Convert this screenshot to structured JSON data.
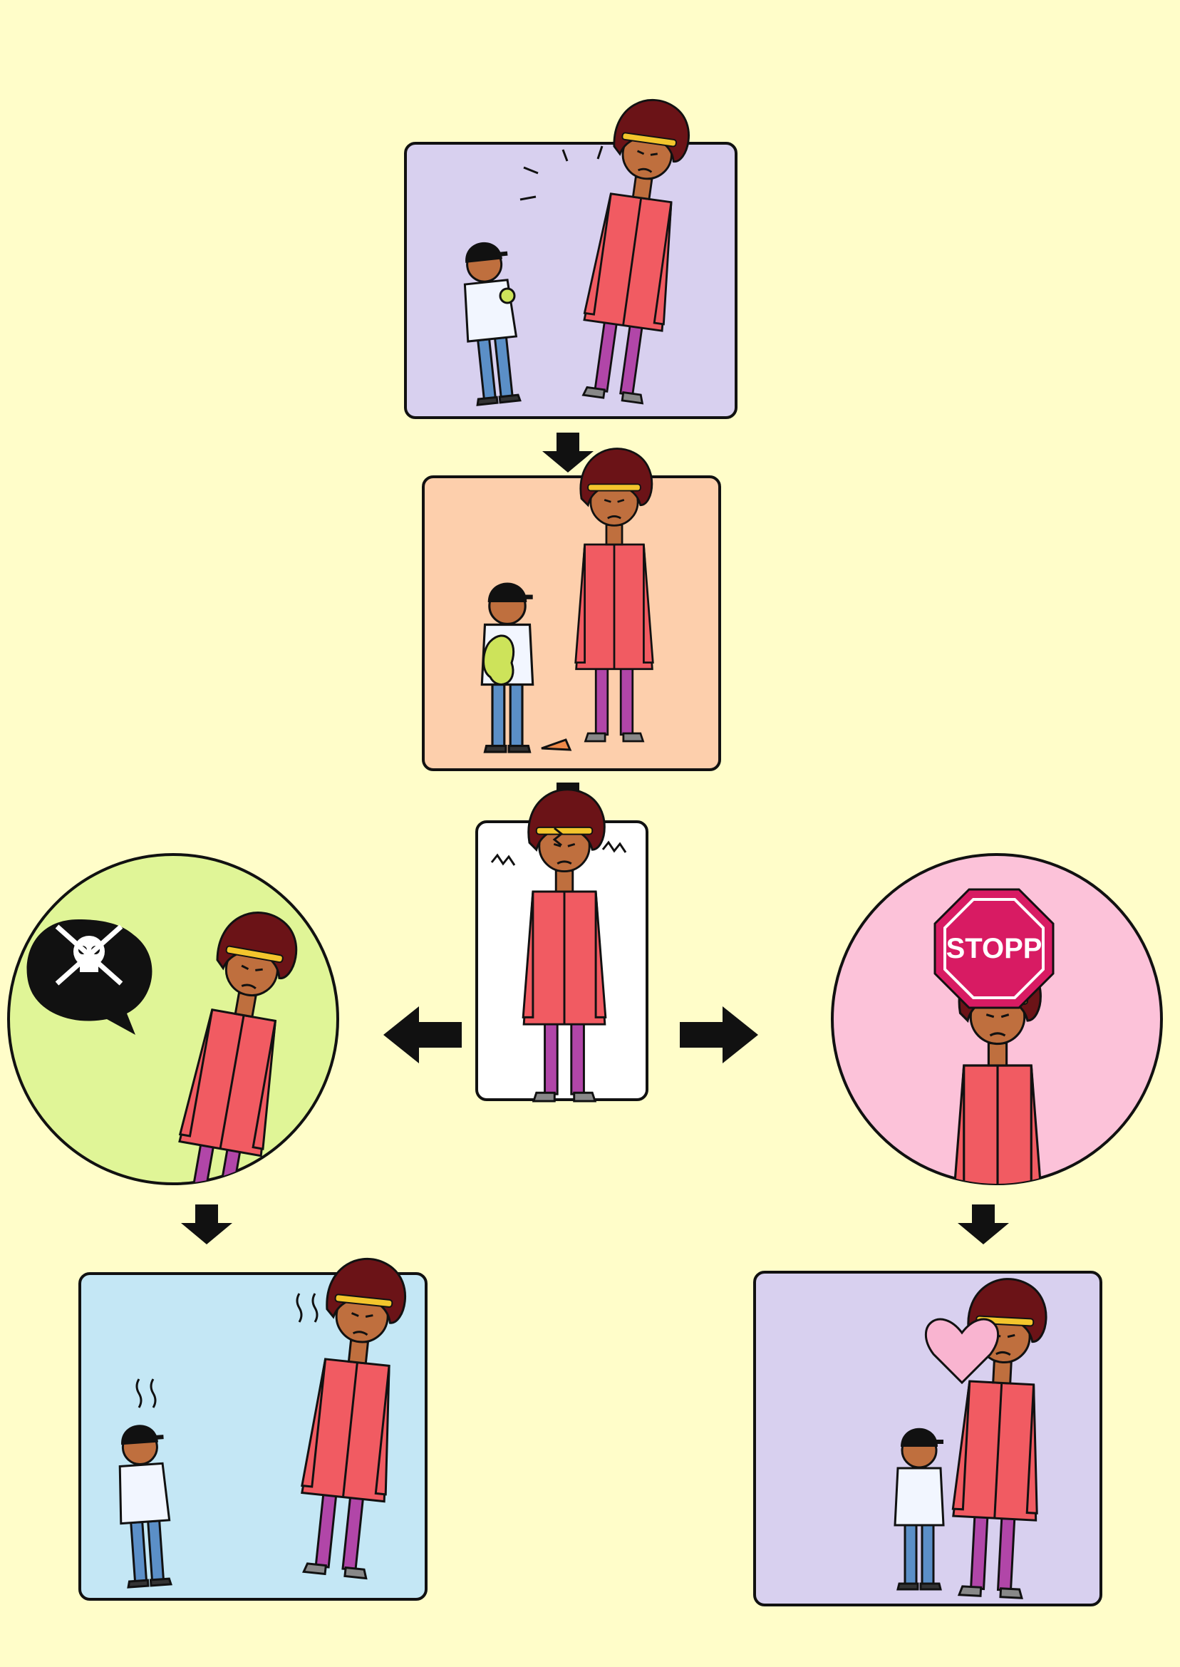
{
  "colors": {
    "background": "#fffdc9",
    "outline": "#111111",
    "panel_lavender": "#d8d0ef",
    "panel_peach": "#fdcfac",
    "panel_white": "#ffffff",
    "circle_green": "#e0f597",
    "circle_pink": "#fcc2d9",
    "panel_blue": "#c4e7f5",
    "coat": "#f15b62",
    "leggings": "#b146a8",
    "hair": "#6b1317",
    "skin": "#bf6f3e",
    "headband": "#f3c52d",
    "jeans": "#5b8fc7",
    "shirt": "#f2f6ff",
    "stop_sign": "#d81b63",
    "heart": "#f9b4d0"
  },
  "panels": {
    "p1": "ice-cream-dragged",
    "p2": "ice-cream-dropped",
    "p3": "anger-moment",
    "p4": "curse-bubble",
    "p5": "walk-apart",
    "p6": "stop-sign",
    "p7": "walk-together"
  },
  "icons": {
    "skull": "skull-crossbones-icon",
    "stop": "stop-sign-icon",
    "heart": "heart-icon",
    "arrow": "arrow-icon"
  },
  "stop_sign_text": "STOPP"
}
